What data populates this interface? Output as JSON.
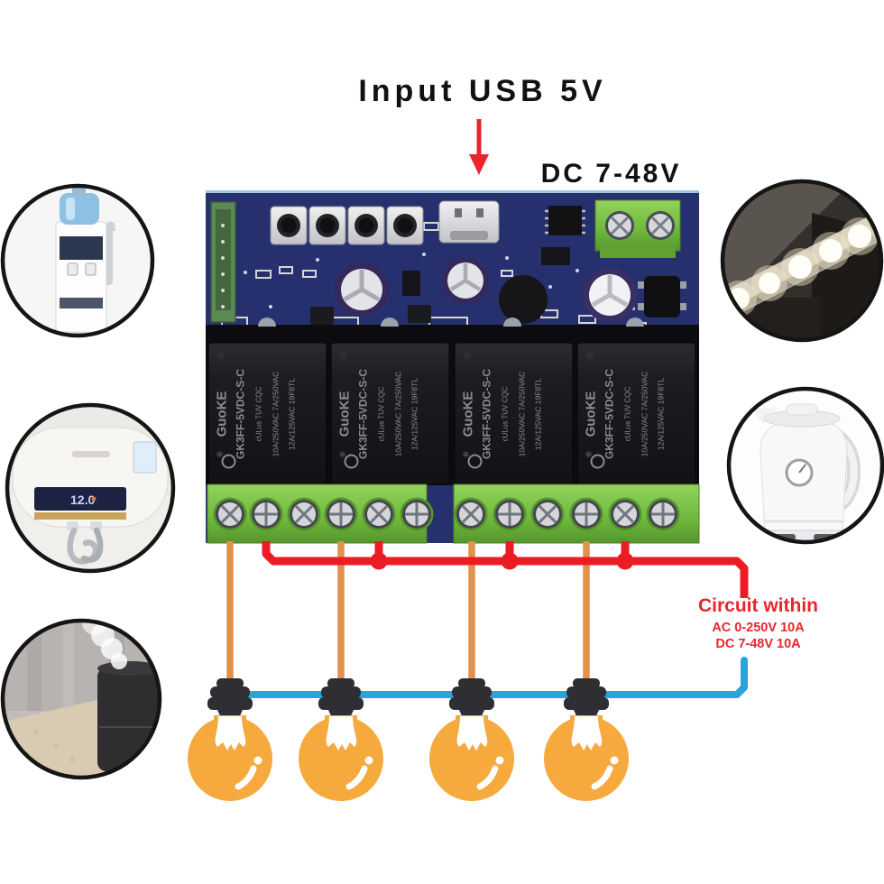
{
  "labels": {
    "input_power": "Input USB 5V",
    "dc_power": "DC 7-48V"
  },
  "circuit_note": {
    "title": "Circuit within",
    "ac_rating": "AC 0-250V 10A",
    "dc_rating": "DC 7-48V 10A"
  },
  "relay": {
    "count": 4,
    "brand": "GuoKE",
    "reg_mark": "®",
    "model": "GK3FF-5VDC-S-C",
    "certifications": "cULus  TUV  CQC",
    "rating_line1": "10A/250VAC 7A/250VAC",
    "rating_line2": "12A/125VAC   19F8TL"
  },
  "board": {
    "buttons": 4,
    "output_terminals": 12,
    "input_terminals": 2
  },
  "load": {
    "bulb_count": 4
  },
  "appliances": {
    "left": [
      "water-dispenser",
      "water-heater",
      "humidifier"
    ],
    "right": [
      "vanity-lights",
      "electric-kettle"
    ]
  },
  "heater_display": "12.0",
  "colors": {
    "wire_live_red": "#ec1c24",
    "wire_neutral_blue": "#2aa3dc",
    "wire_load_orange": "#e2914c",
    "bulb_amber": "#f6a93d",
    "pcb_blue": "#27306e",
    "terminal_green": "#7bbf4a",
    "note_red": "#e8262d"
  }
}
